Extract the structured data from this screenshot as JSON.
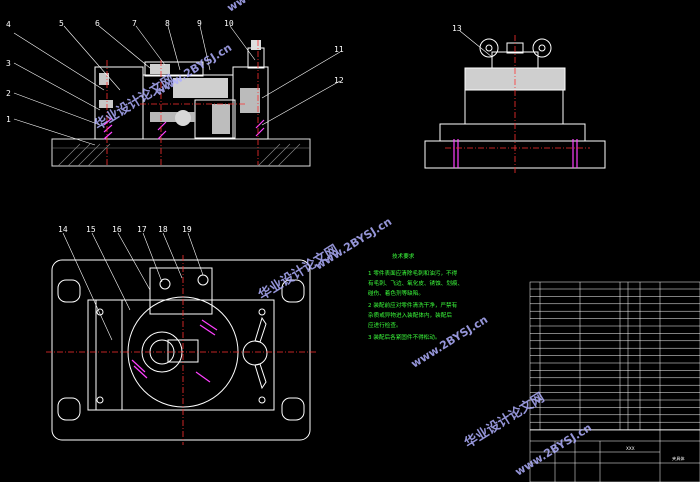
{
  "front_view_labels": [
    "1",
    "2",
    "3",
    "4",
    "5",
    "6",
    "7",
    "8",
    "9",
    "10",
    "11",
    "12"
  ],
  "side_view_labels": [
    "13"
  ],
  "top_view_labels": [
    "14",
    "15",
    "16",
    "17",
    "18",
    "19"
  ],
  "notes": {
    "title": "技术要求",
    "lines": [
      "1 零件表面应清除毛刺和油污，不得",
      "有毛刺、飞边、氧化皮、锈蚀、划痕、",
      "碰伤、着色剂等缺陷。",
      "2 装配前应对零件清洗干净，严禁有",
      "杂质或异物进入装配体内，装配后",
      "应进行检查。",
      "3 装配后各紧固件不得松动。"
    ]
  },
  "watermarks": [
    "华业设计论文网",
    "www.2BYSJ.cn"
  ],
  "title_block": {
    "name": "夹具体",
    "table_name": "XXX"
  },
  "colors": {
    "background": "#000000",
    "outline": "#ffffff",
    "fixture": "#c8c8c8",
    "hatch": "#ff40ff",
    "center_line": "#ff3030",
    "leader": "#ffffff",
    "notes": "#3cff3c",
    "watermark": "#b0b0ff"
  }
}
